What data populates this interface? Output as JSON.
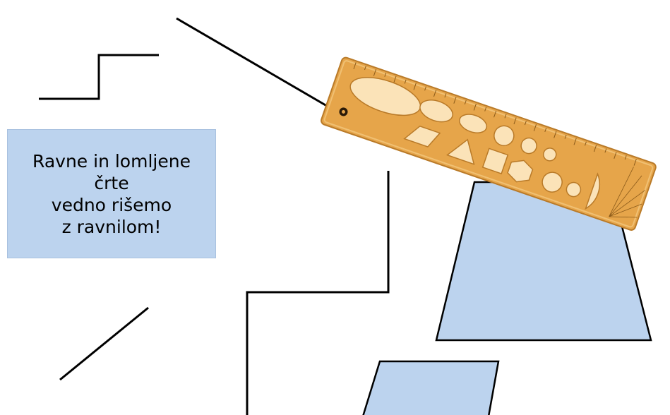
{
  "note": {
    "lines": [
      "Ravne in lomljene",
      "črte",
      "vedno rišemo",
      "z ravnilom!"
    ],
    "background": "#bcd3ee"
  },
  "colors": {
    "line": "#000000",
    "shape_fill": "#bcd3ee",
    "ruler_body": "#e6a54a",
    "ruler_edge": "#b97a28"
  },
  "icons": {
    "ruler": "template-ruler-icon"
  }
}
